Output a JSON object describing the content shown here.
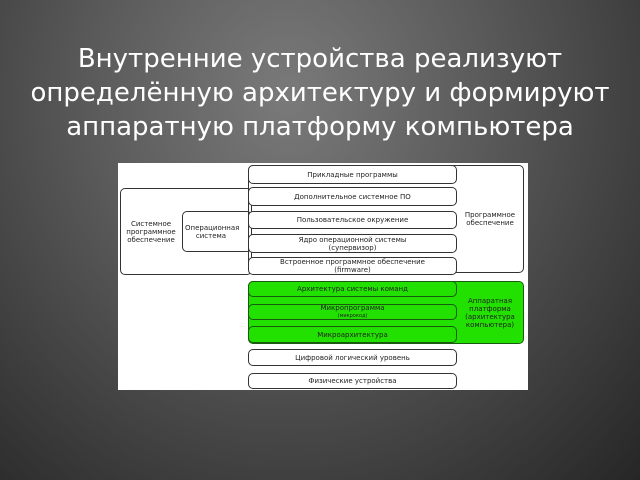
{
  "slide": {
    "title": "Внутренние устройства реализуют определённую архитектуру и формируют аппаратную платформу компьютера"
  },
  "diagram": {
    "layers": [
      "Прикладные программы",
      "Дополнительное системное ПО",
      "Пользовательское окружение",
      "Ядро операционной системы",
      "(супервизор)",
      "Встроенное программное обеспечение",
      "(firmware)",
      "Архитектура системы команд",
      "Микропрограмма",
      "(микрокод)",
      "Микроархитектура",
      "Цифровой логический уровень",
      "Физические устройства"
    ],
    "groups": {
      "system_software": "Системное программное обеспечение",
      "os": "Операционная система",
      "software": "Программное обеспечение",
      "hardware_platform": "Аппаратная платформа (архитектура компьютера)"
    },
    "highlight_color": "#22e000"
  }
}
